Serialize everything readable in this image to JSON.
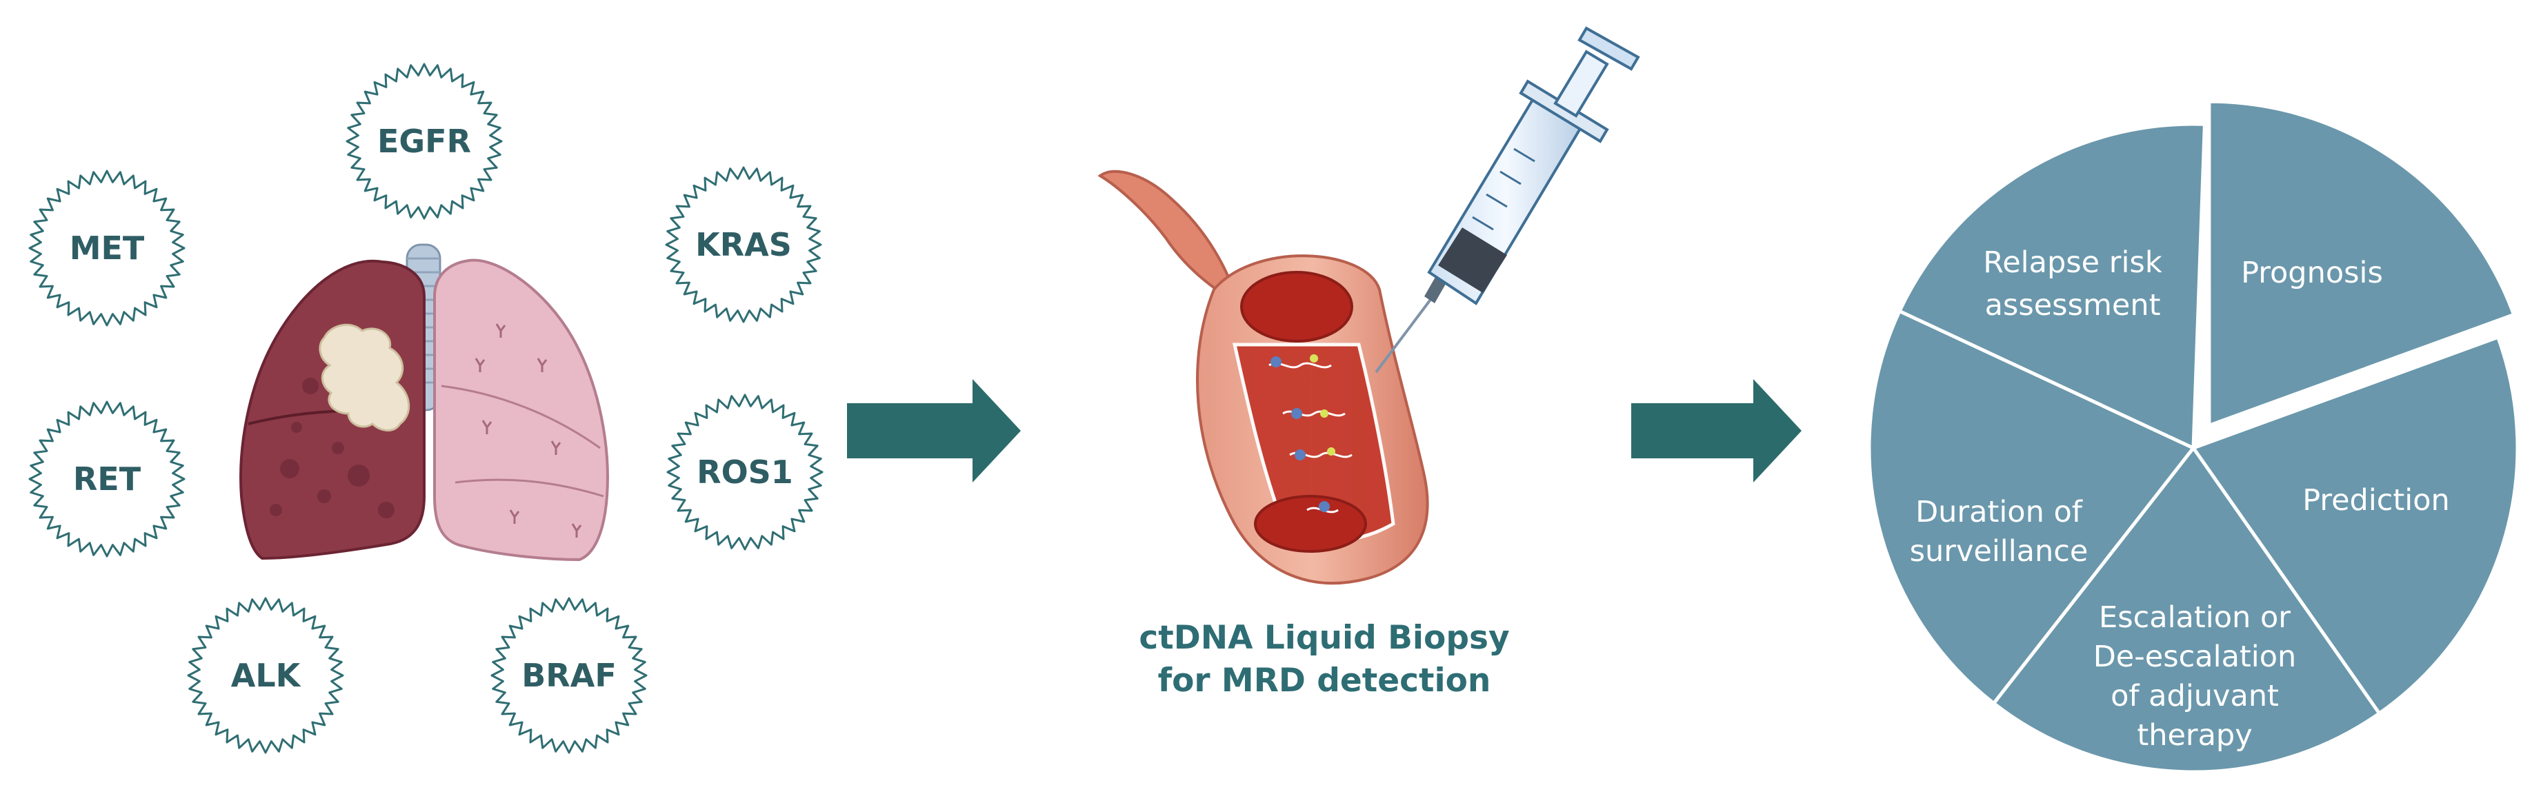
{
  "mutations": {
    "egfr": "EGFR",
    "met": "MET",
    "kras": "KRAS",
    "ret": "RET",
    "ros1": "ROS1",
    "alk": "ALK",
    "braf": "BRAF"
  },
  "caption": {
    "line1": "ctDNA Liquid Biopsy",
    "line2": "for MRD detection"
  },
  "pie": {
    "color": "#6a97ab",
    "segments": {
      "prognosis": "Prognosis",
      "prediction": "Prediction",
      "escalation": [
        "Escalation or",
        "De-escalation",
        "of adjuvant",
        "therapy"
      ],
      "duration": [
        "Duration of",
        "surveillance"
      ],
      "relapse": [
        "Relapse risk",
        "assessment"
      ]
    }
  },
  "colors": {
    "arrow": "#2c6b6b",
    "badge_text": "#2f5d64",
    "caption": "#2e6d74",
    "lung_left": "#8c3a48",
    "lung_right": "#e8b9c6",
    "vessel": "#d9806a",
    "blood": "#b3261e"
  }
}
